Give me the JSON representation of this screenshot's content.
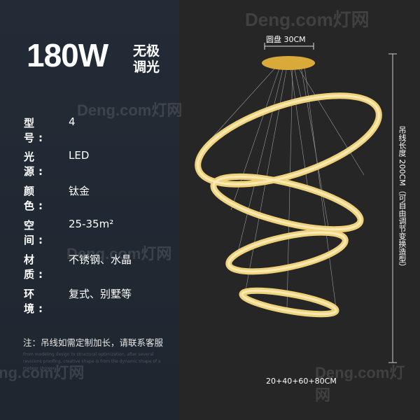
{
  "headline": {
    "power": "180W",
    "sub": "无极调光"
  },
  "specs": [
    {
      "key": "型 号:",
      "value": "4"
    },
    {
      "key": "光 源:",
      "value": "LED"
    },
    {
      "key": "颜 色:",
      "value": "钛金"
    },
    {
      "key": "空 间:",
      "value": "25-35m²"
    },
    {
      "key": "材 质:",
      "value": "不锈钢、水晶"
    },
    {
      "key": "环 境:",
      "value": "复式、别墅等"
    }
  ],
  "note": "注：吊线如需定制加长，请联系客服",
  "fine_print": "From modeling design to structural optimization, after several revisions proofing, creative shape is from the dynamic shape of a meteor shower",
  "dimensions": {
    "canopy": "圆盘 30CM",
    "cable": "吊线长度 200CM（可自由调节变换造型）",
    "rings": "20+40+60+80CM"
  },
  "watermark": "Deng.com灯网",
  "colors": {
    "left_bg": "#212933",
    "right_bg": "#262626",
    "gold": "#e8c766"
  }
}
